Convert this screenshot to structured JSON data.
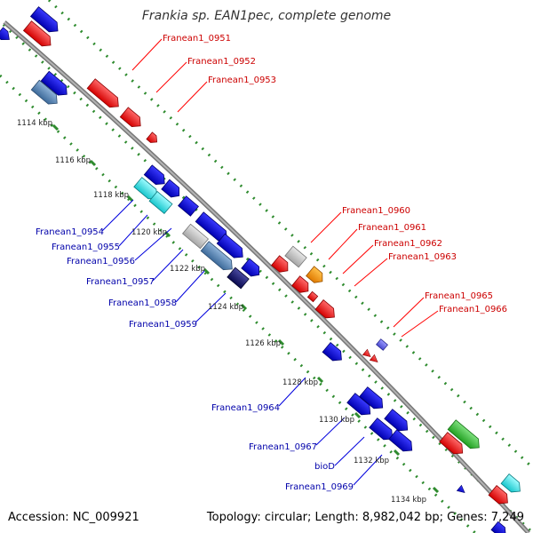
{
  "title": "Frankia sp. EAN1pec, complete genome",
  "footer": {
    "accession": "Accession: NC_009921",
    "summary": "Topology: circular; Length: 8,982,042 bp; Genes: 7,249"
  },
  "ticks": [
    "1114 kbp",
    "1116 kbp",
    "1118 kbp",
    "1120 kbp",
    "1122 kbp",
    "1124 kbp",
    "1126 kbp",
    "1128 kbp",
    "1130 kbp",
    "1132 kbp",
    "1134 kbp"
  ],
  "labels_top": [
    "Franean1_0951",
    "Franean1_0952",
    "Franean1_0953",
    "Franean1_0960",
    "Franean1_0961",
    "Franean1_0962",
    "Franean1_0963",
    "Franean1_0965",
    "Franean1_0966"
  ],
  "labels_bottom": [
    "Franean1_0954",
    "Franean1_0955",
    "Franean1_0956",
    "Franean1_0957",
    "Franean1_0958",
    "Franean1_0959",
    "Franean1_0964",
    "Franean1_0967",
    "bioD",
    "Franean1_0969"
  ],
  "colors": {
    "backbone": "#8c8c8c",
    "dots": "#2e8b2e",
    "top_label": "#cc0000",
    "bottom_label": "#0000aa"
  }
}
